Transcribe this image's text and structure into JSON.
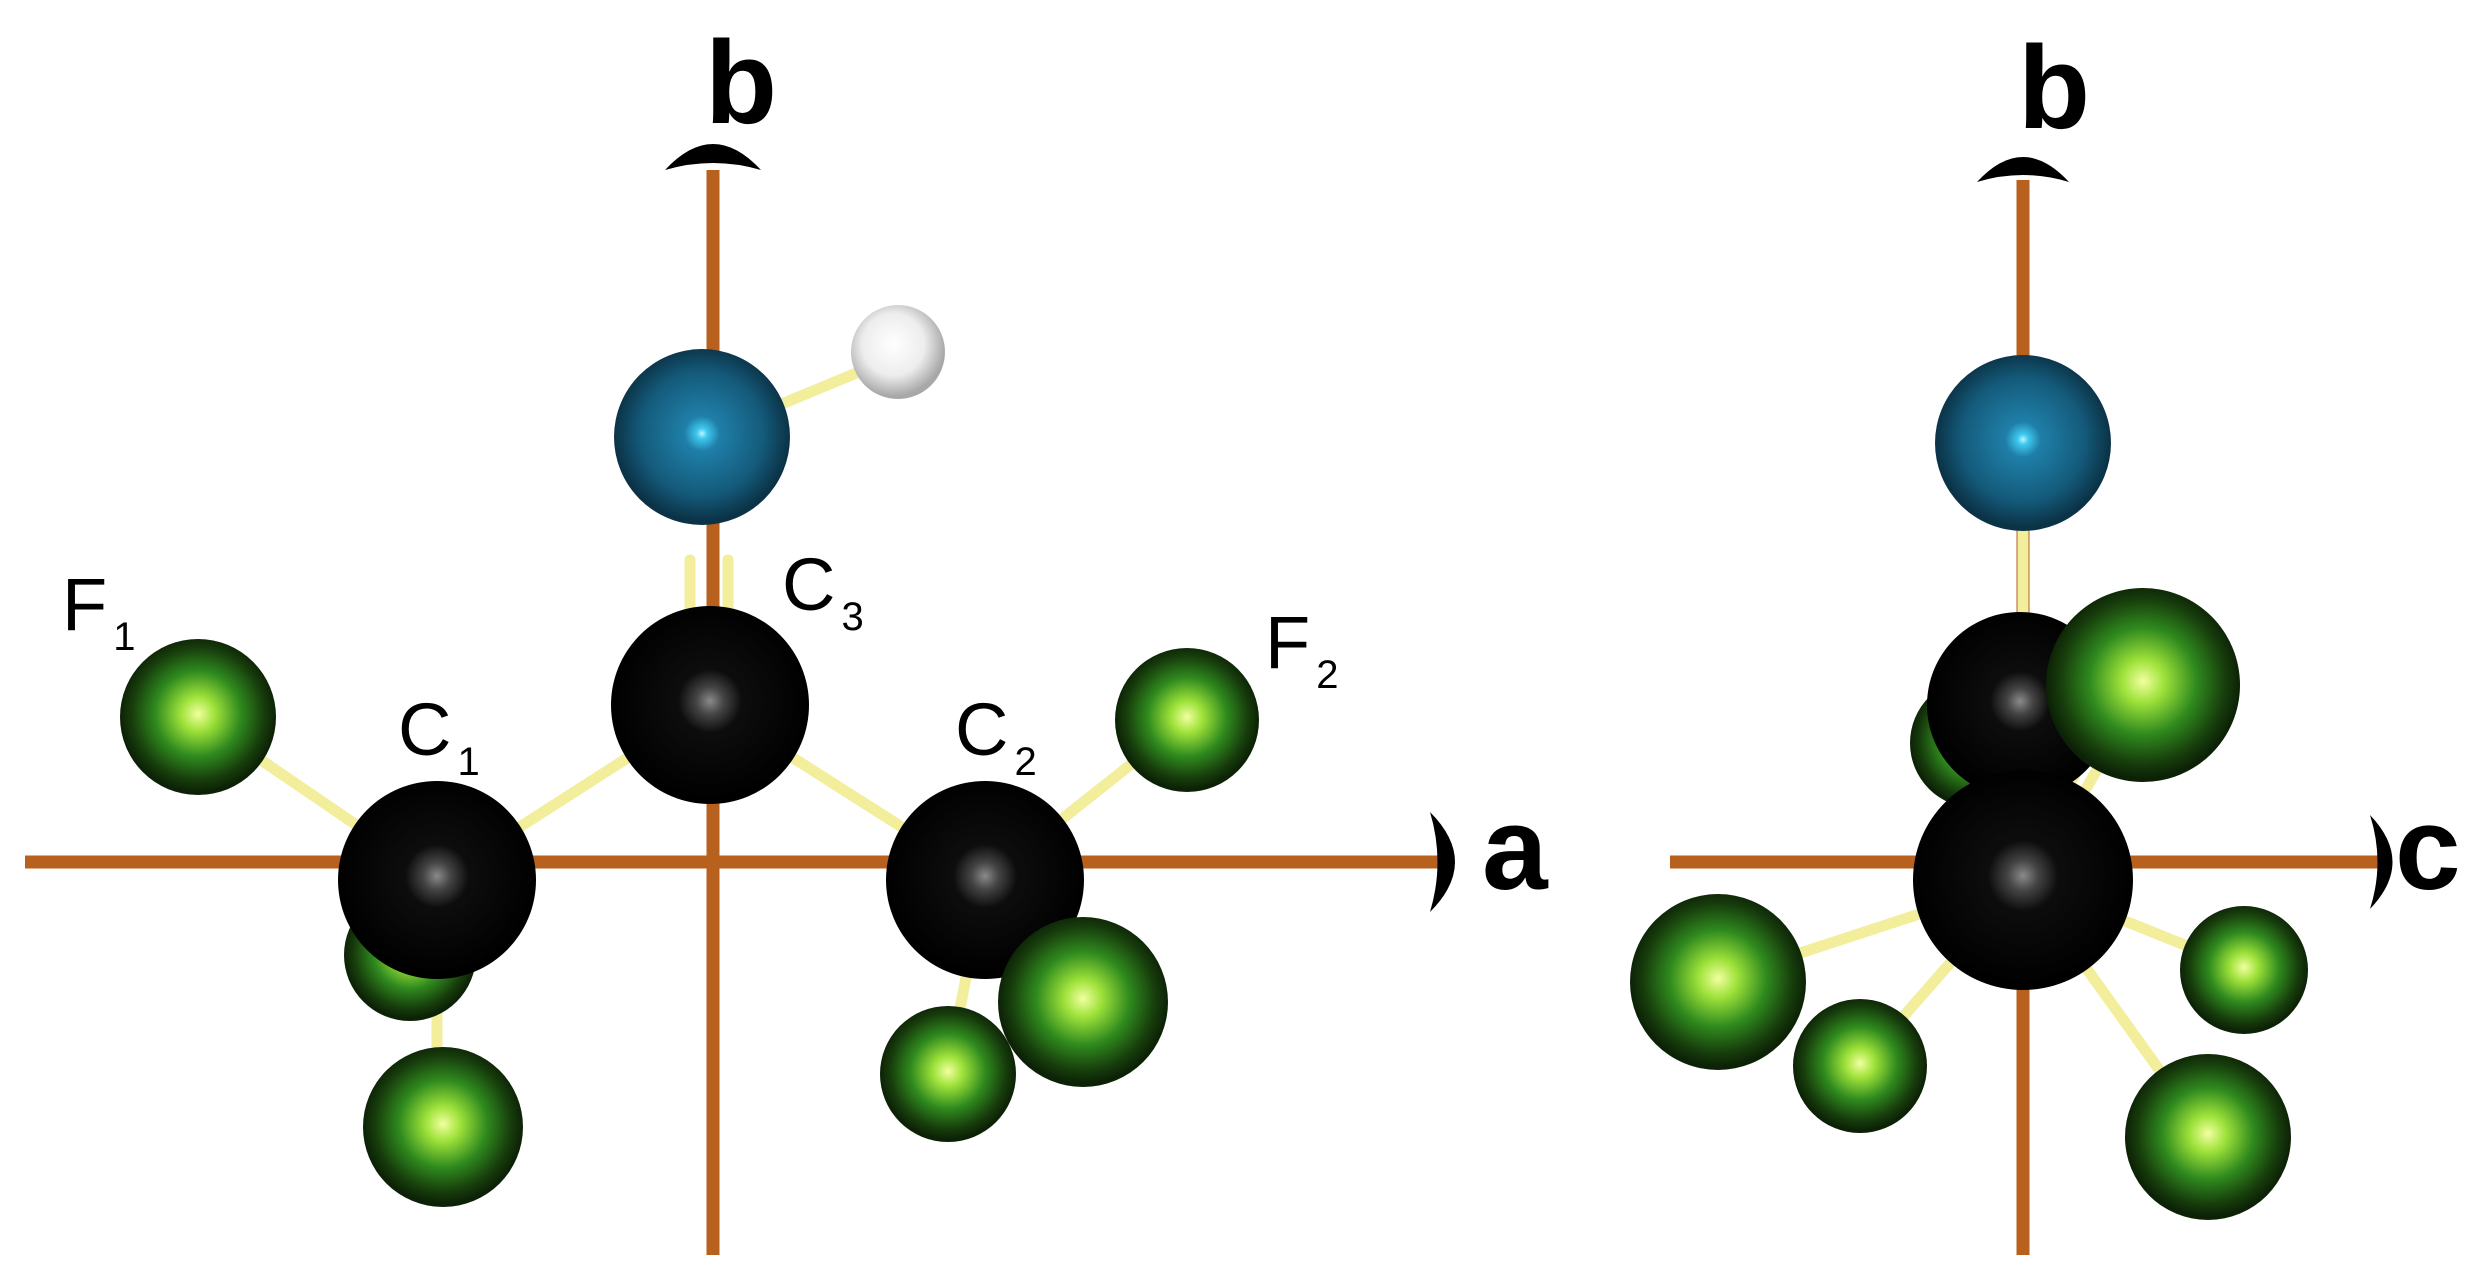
{
  "colors": {
    "axis": "#b8601e",
    "bond": "#f2ee9c",
    "carbon": "#000000",
    "fluorine": "#6ee030",
    "nitrogen": "#1b6f95",
    "hydrogen": "#ffffff"
  },
  "left_view": {
    "axis_labels": {
      "horizontal": "a",
      "vertical": "b"
    },
    "atom_labels": {
      "F1": {
        "main": "F",
        "sub": "1"
      },
      "F2": {
        "main": "F",
        "sub": "2"
      },
      "C1": {
        "main": "C",
        "sub": "1"
      },
      "C2": {
        "main": "C",
        "sub": "2"
      },
      "C3": {
        "main": "C",
        "sub": "3"
      }
    }
  },
  "right_view": {
    "axis_labels": {
      "horizontal": "c",
      "vertical": "b"
    }
  }
}
